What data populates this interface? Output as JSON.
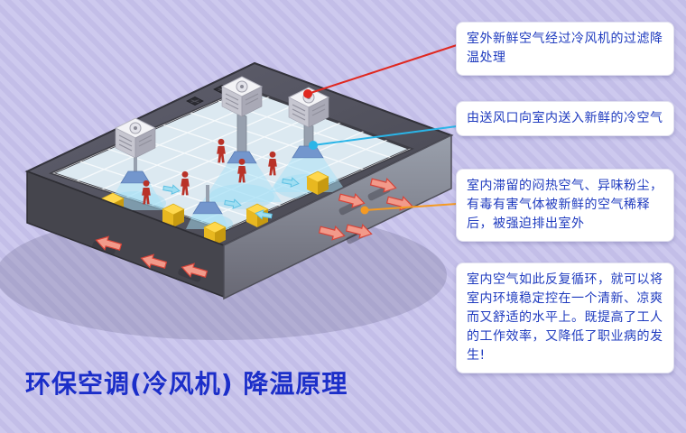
{
  "page": {
    "title": "环保空调(冷风机)  降温原理"
  },
  "callouts": [
    {
      "text": "室外新鲜空气经过冷风机的过滤降温处理",
      "connector_color": "#e02820"
    },
    {
      "text": "由送风口向室内送入新鲜的冷空气",
      "connector_color": "#2ab5e8"
    },
    {
      "text": "室内滞留的闷热空气、异味粉尘，有毒有害气体被新鲜的空气稀释后，被强迫排出室外",
      "connector_color": "#f59a23"
    },
    {
      "text": "室内空气如此反复循环，就可以将室内环境稳定控在一个清新、凉爽而又舒适的水平上。既提高了工人的工作效率，又降低了职业病的发生!"
    }
  ],
  "colors": {
    "background_stripe_light": "#cdc9ee",
    "background_stripe_dark": "#c3bee8",
    "callout_background": "#ffffff",
    "callout_text": "#1f3bbf",
    "title_text": "#1b2ec9",
    "fresh_air": "#2ab5e8",
    "exhaust_air": "#e02820",
    "outdoor_intake": "#f59a23"
  },
  "icons": {
    "cooling-unit-icon": "isometric-box-with-fan",
    "air-diffuser-icon": "blue-cone",
    "worker-icon": "red-person-silhouette",
    "machine-icon": "yellow-isometric-box",
    "exhaust-arrow-icon": "red-arrow",
    "fresh-air-arrow-icon": "cyan-arrow",
    "roof-vent-icon": "dark-grille-square",
    "connector-dot-icon": "filled-circle"
  }
}
